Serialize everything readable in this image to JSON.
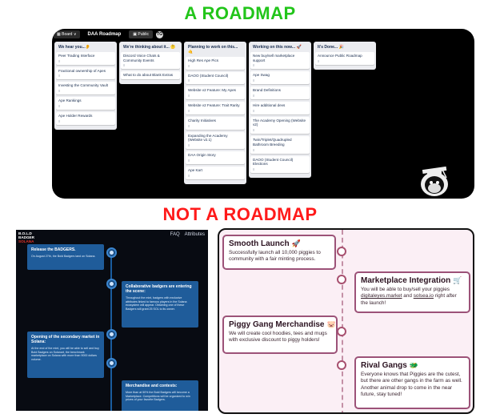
{
  "headings": {
    "roadmap": "A ROADMAP",
    "not_roadmap": "NOT A ROADMAP"
  },
  "trello": {
    "board_button": "▦ Board ∨",
    "board_title": "DAA Roadmap",
    "public_label": "▣ Public",
    "avatar_initials": "TG",
    "lists": [
      {
        "title": "We hear you...👂",
        "cards": [
          "Peer Trading Interface",
          "Fractional ownership of Apes",
          "Investing the Community Vault",
          "Ape Rankings",
          "Ape Holder Rewards"
        ]
      },
      {
        "title": "We're thinking about it... 🤔",
        "cards": [
          "Discord Voice Chats & Community Events",
          "What to do about Blank Extras"
        ]
      },
      {
        "title": "Planning to work on this... 🤙",
        "cards": [
          "High Res Ape Pics",
          "DAOO (Student Council)",
          "Website v2 Feature: My Apes",
          "Website v2 Feature: Trait Rarity",
          "Charity Initiatives",
          "Expanding the Academy (Website v2.1)",
          "DAA Origin Story",
          "Ape Kart"
        ]
      },
      {
        "title": "Working on this now... 🚀",
        "cards": [
          "New buy/sell marketplace support",
          "Ape Swag",
          "Brand Definitions",
          "Hire additional devs",
          "The Academy Opening (Website v2)",
          "Twin/Triplet/Quadrupled Bathroom Breeding",
          "DAOO (Student Council) Elections"
        ]
      },
      {
        "title": "It's Done... 🎉",
        "cards": [
          "Announce Public Roadmap"
        ]
      }
    ],
    "card_icon": "≡"
  },
  "dark_panel": {
    "logo_lines": [
      "B.O.L.D",
      "BADGER",
      "SOLANA"
    ],
    "nav": [
      "FAQ",
      "Attributes"
    ],
    "cards": [
      {
        "title": "Release the BADGERS.",
        "text": "On August 27th, the Bold Badgers land on Solana."
      },
      {
        "title": "Collaborative badgers are entering the scene:",
        "text": "Throughout the mint, badgers with exclusive attributes linked to famous players in the Solana ecosystem will appear. Obtaining one of these Badgers will grant 25 SOL to its owner."
      },
      {
        "title": "Opening of the secondary market in Solana:",
        "text": "At the end of the mint, you will be able to sell and buy Bold Badgers on Solanart, the benchmark marketplace on Solana with more than 9000 dollars volume."
      },
      {
        "title": "Merchandise and contests:",
        "text": "More than at 50% the Bold Badgers will become a Marketplace. Competitions will be organized to win prizes of your favorite Badgers."
      }
    ]
  },
  "pink_panel": {
    "cards": [
      {
        "title": "Smooth Launch",
        "emoji": "🚀",
        "text": "Successfully launch all 10,000 piggies to community with a fair minting process."
      },
      {
        "title": "Marketplace Integration",
        "emoji": "🛒",
        "text_before": "You will be able to buy/sell your piggies ",
        "link1": "digitaleyes.market",
        "text_mid": " and ",
        "link2": "solsea.io",
        "text_after": " right after the launch!"
      },
      {
        "title": "Piggy Gang Merchandise",
        "emoji": "🐷",
        "text": "We will create cool hoodies, tees and mugs with exclusive discount to piggy holders!"
      },
      {
        "title": "Rival Gangs",
        "emoji": "🐲",
        "text": "Everyone knows that Piggies are the cutest, but there are other gangs in the farm as well. Another animal drop to come in the near future, stay tuned!"
      }
    ]
  },
  "colors": {
    "heading_green": "#22c51a",
    "heading_red": "#ff1a1a",
    "dark_card": "#1f5c9a",
    "pink_bg": "#fbeff5",
    "pink_border": "#9c5278"
  }
}
